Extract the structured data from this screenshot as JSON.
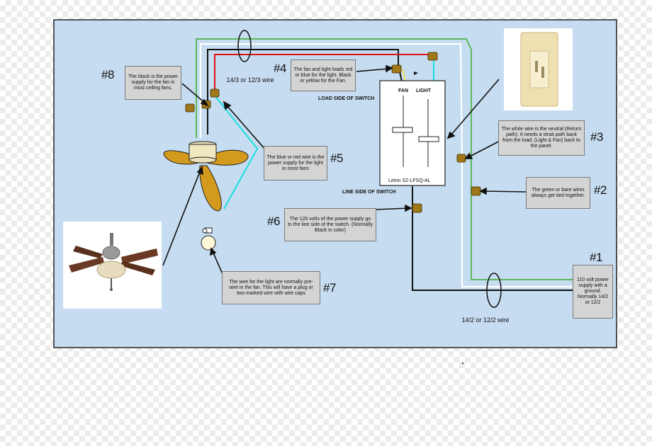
{
  "tags": {
    "t1": "#1",
    "t2": "#2",
    "t3": "#3",
    "t4": "#4",
    "t5": "#5",
    "t6": "#6",
    "t7": "#7",
    "t8": "#8"
  },
  "notes": {
    "n1": "110 volt power supply with a ground. Normally 14/2 or 12/2",
    "n2": "The green or bare wires always get tied together.",
    "n3": "The white wire is the neutral (Return path). It needs a strait path back from the load. (Light & Fan) back to the panel.",
    "n4": "The fan and light loads red or blue for the light. Black or yellow for the Fan.",
    "n5": "The blue or red wire is the power supply for the light in most fans",
    "n6": "The 120 volts of the power supply go to the line side of the switch. (Normally Black in color)",
    "n7": "The wire for the light are normally pre-wire in the fan. This will have a plug or two marked wire with wire caps",
    "n8": "The black is the power supply for the fan in most ceiling fans."
  },
  "labels": {
    "cable_top": "14/3 or 12/3 wire",
    "cable_bottom": "14/2 or 12/2 wire",
    "load_side": "LOAD SIDE OF SWITCH",
    "line_side": "LINE SIDE OF SWITCH",
    "fan": "FAN",
    "light": "LIGHT",
    "switch_model": "Leton S2-LFSQ-AL"
  },
  "colors": {
    "panel": "#c6dcf0",
    "black": "#111111",
    "white_wire": "#ffffff",
    "green": "#5cb85c",
    "red": "#e01010",
    "cyan": "#19e0e0",
    "yellow": "#f0e060",
    "wire_nut": "#a07818",
    "fan_blade": "#d49a1e"
  }
}
